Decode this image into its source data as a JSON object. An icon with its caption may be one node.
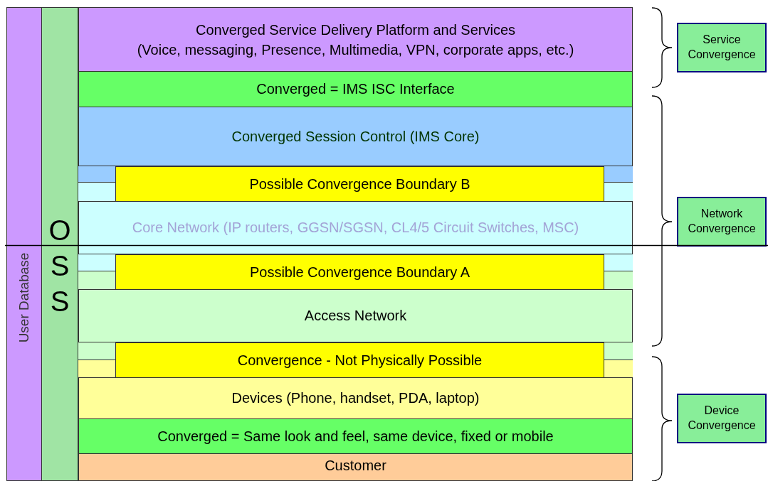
{
  "diagram": {
    "nodes": [
      {
        "text": [
          "User Database"
        ]
      },
      {
        "text": [
          "OSS"
        ]
      },
      {
        "text": [
          "Converged Service Delivery Platform and Services",
          "(Voice, messaging, Presence, Multimedia, VPN, corporate apps, etc.)"
        ]
      },
      {
        "text": [
          "Converged = IMS ISC Interface"
        ]
      },
      {
        "text": [
          "Converged Session Control (IMS Core)"
        ]
      },
      {
        "text": [
          "Core Network (IP routers, GGSN/SGSN, CL4/5 Circuit Switches, MSC)"
        ]
      },
      {
        "text": [
          "Access Network"
        ]
      },
      {
        "text": [
          "Devices (Phone, handset, PDA, laptop)"
        ]
      },
      {
        "text": [
          "Converged = Same look and feel, same device, fixed or mobile"
        ]
      },
      {
        "text": [
          "Customer"
        ]
      },
      {
        "text": [
          "Possible Convergence Boundary B"
        ]
      },
      {
        "text": [
          "Possible Convergence Boundary A"
        ]
      },
      {
        "text": [
          "Convergence - Not Physically Possible"
        ]
      },
      {
        "text": [
          "Service Convergence"
        ]
      },
      {
        "text": [
          "Network Convergence"
        ]
      },
      {
        "text": [
          "Device Convergence"
        ]
      }
    ]
  }
}
